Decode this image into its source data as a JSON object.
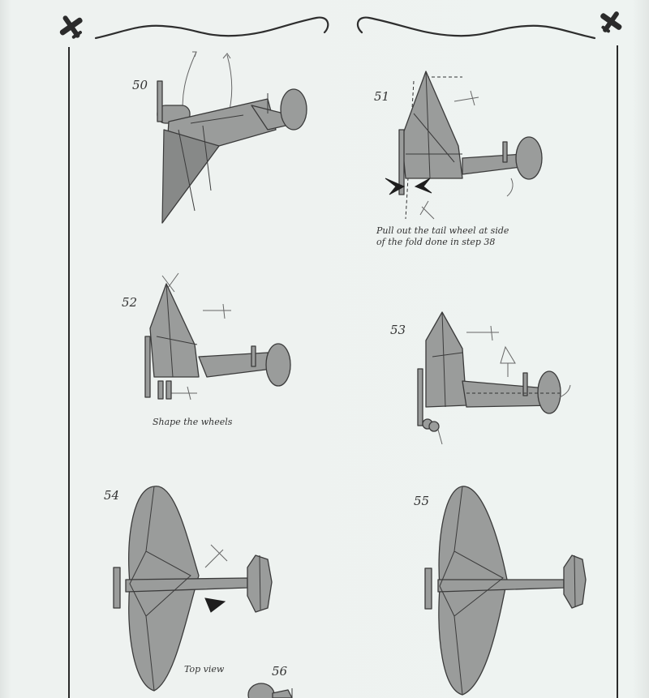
{
  "steps": {
    "s50": "50",
    "s51": "51",
    "s52": "52",
    "s53": "53",
    "s54": "54",
    "s55": "55",
    "s56": "56"
  },
  "captions": {
    "step51_line1": "Pull out the tail wheel at side",
    "step51_line2": "of the fold done in step 38",
    "step52": "Shape the wheels",
    "step54": "Top view"
  },
  "colors": {
    "paper": "#eef2f0",
    "model_gray": "#9a9c9b",
    "ink": "#3b3b3b"
  }
}
